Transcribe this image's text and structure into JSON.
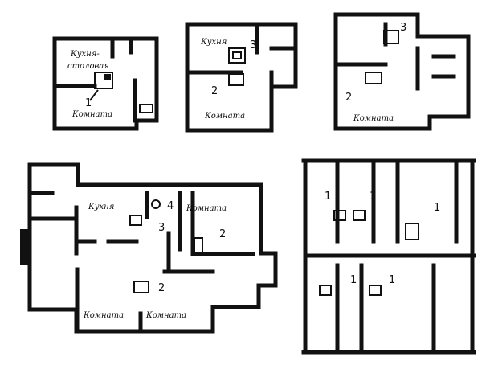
{
  "plans": [
    {
      "rooms": [
        "Кухня-",
        "столовая",
        "Комната"
      ],
      "callouts": [
        "1"
      ]
    },
    {
      "rooms": [
        "Кухня",
        "Комната"
      ],
      "callouts": [
        "3",
        "2"
      ]
    },
    {
      "rooms": [
        "Комната"
      ],
      "callouts": [
        "3",
        "2"
      ]
    },
    {
      "rooms": [
        "Кухня",
        "Комната",
        "Комната",
        "Комната"
      ],
      "callouts": [
        "4",
        "3",
        "2",
        "2"
      ]
    },
    {
      "rooms": [],
      "callouts": [
        "1",
        "1",
        "1",
        "1",
        "1"
      ]
    }
  ]
}
